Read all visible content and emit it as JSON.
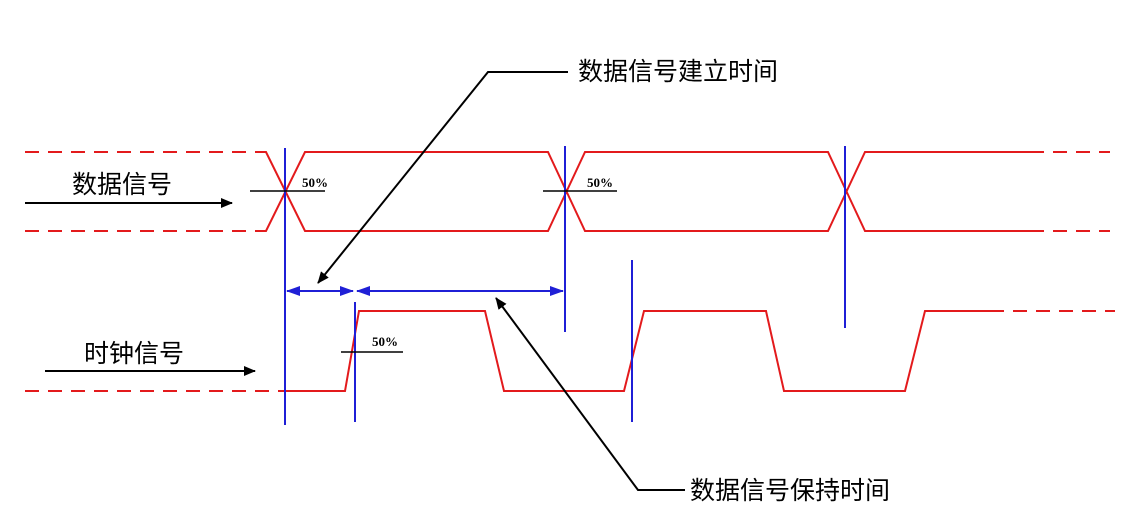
{
  "labels": {
    "data_signal": "数据信号",
    "clock_signal": "时钟信号",
    "setup_time": "数据信号建立时间",
    "hold_time": "数据信号保持时间"
  },
  "markers": [
    "50%",
    "50%",
    "50%"
  ],
  "colors": {
    "signal": "#e31a1c",
    "timing": "#1f1fd6",
    "annotation": "#000000"
  }
}
